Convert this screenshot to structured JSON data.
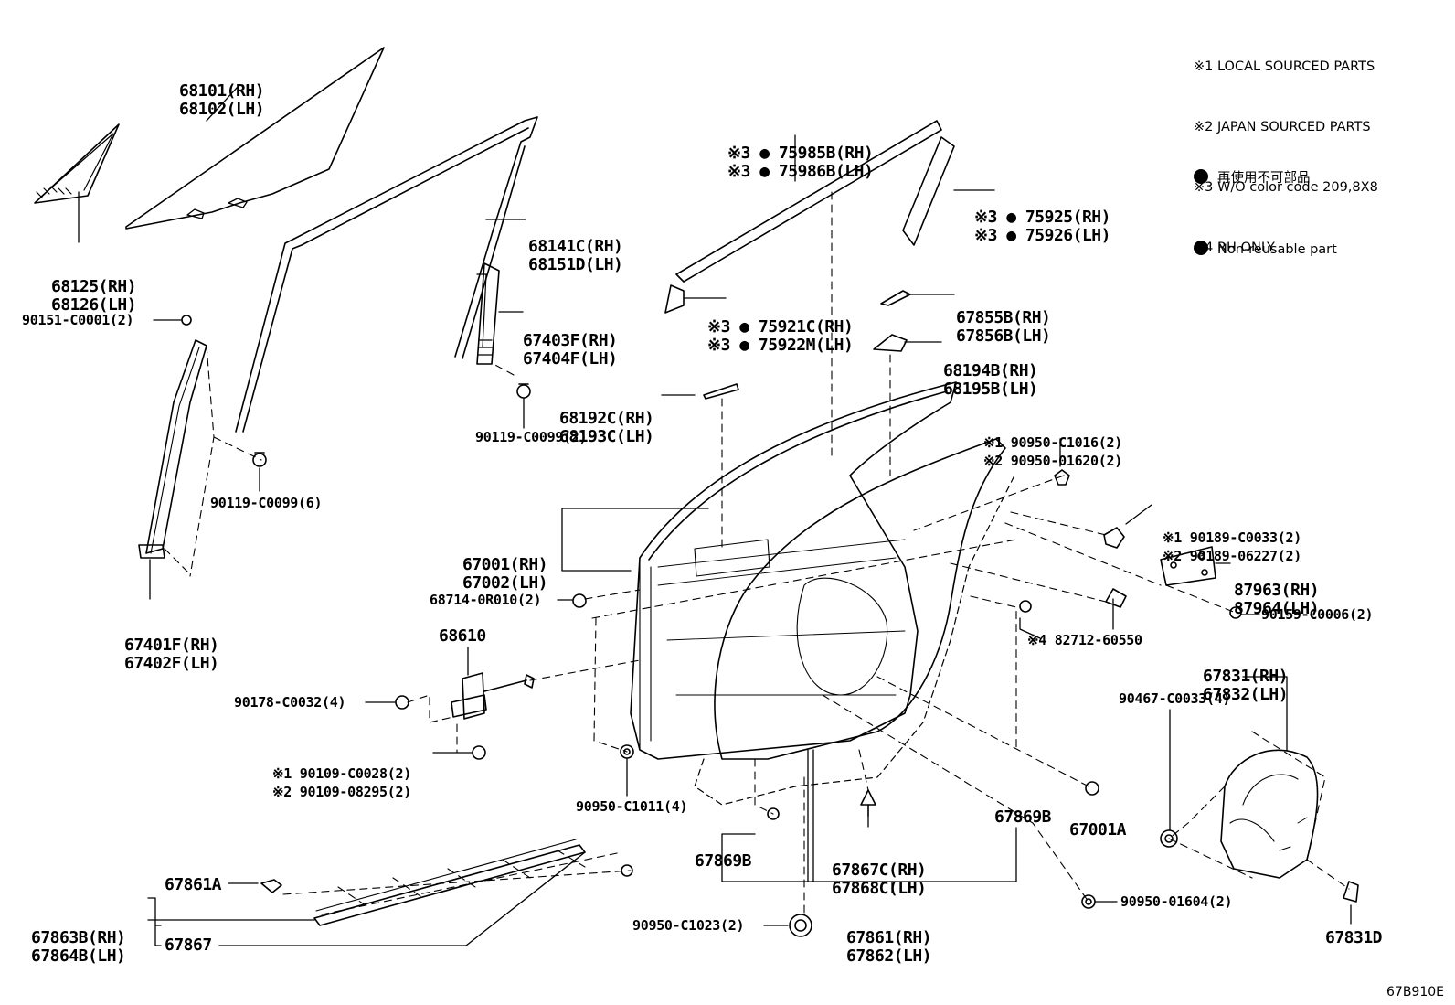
{
  "legend": {
    "notes": [
      "※1 LOCAL SOURCED PARTS",
      "※2 JAPAN SOURCED PARTS",
      "※3 W/O color code 209,8X8",
      "※4 RH ONLY"
    ],
    "nonreusable_jp": "再使用不可部品",
    "nonreusable_en": "Non-reusable part"
  },
  "diagram_ref": "67B910E",
  "labels": {
    "glass": [
      "68101(RH)",
      "68102(LH)"
    ],
    "quarter_glass": [
      "68125(RH)",
      "68126(LH)"
    ],
    "run_channel": [
      "68141C(RH)",
      "68151D(LH)"
    ],
    "rear_frame": [
      "67403F(RH)",
      "67404F(LH)"
    ],
    "front_frame": [
      "67401F(RH)",
      "67402F(LH)"
    ],
    "screw_front": "90151-C0001(2)",
    "bolt_6": "90119-C0099(6)",
    "bolt_2": "90119-C0099(2)",
    "clip_68192": [
      "68192C(RH)",
      "68193C(LH)"
    ],
    "belt_mold": [
      "※3 ● 75985B(RH)",
      "※3 ● 75986B(LH)"
    ],
    "pillar_garnish": [
      "※3 ● 75925(RH)",
      "※3 ● 75926(LH)"
    ],
    "corner_piece": [
      "※3 ● 75921C(RH)",
      "※3 ● 75922M(LH)"
    ],
    "bracket_67855": [
      "67855B(RH)",
      "67856B(LH)"
    ],
    "bracket_68194": [
      "68194B(RH)",
      "68195B(LH)"
    ],
    "hole_plug_top": [
      "※1 90950-C1016(2)",
      "※2 90950-01620(2)"
    ],
    "door_panel": [
      "67001(RH)",
      "67002(LH)"
    ],
    "plug_68714": "68714-0R010(2)",
    "check_assy": "68610",
    "bolt_90178": "90178-C0032(4)",
    "bolt_90109": [
      "※1 90109-C0028(2)",
      "※2 90109-08295(2)"
    ],
    "plug_90950_c1011": "90950-C1011(4)",
    "clip_90189": [
      "※1 90189-C0033(2)",
      "※2 90189-06227(2)"
    ],
    "bracket_87963": [
      "87963(RH)",
      "87964(LH)"
    ],
    "nut_90159": "90159-C0006(2)",
    "sensor_82712": "※4 82712-60550",
    "service_cover": [
      "67831(RH)",
      "67832(LH)"
    ],
    "clip_90467": "90467-C0033(4)",
    "clip_67869b_a": "67869B",
    "clip_67869b_b": "67869B",
    "plug_67001a": "67001A",
    "clip_67867c": [
      "67867C(RH)",
      "67868C(LH)"
    ],
    "weatherstrip": [
      "67861(RH)",
      "67862(LH)"
    ],
    "plug_90950_c1023": "90950-C1023(2)",
    "plug_90950_01604": "90950-01604(2)",
    "part_67831d": "67831D",
    "clip_67861a": "67861A",
    "opening_trim": [
      "67863B(RH)",
      "67864B(LH)"
    ],
    "part_67867": "67867"
  }
}
